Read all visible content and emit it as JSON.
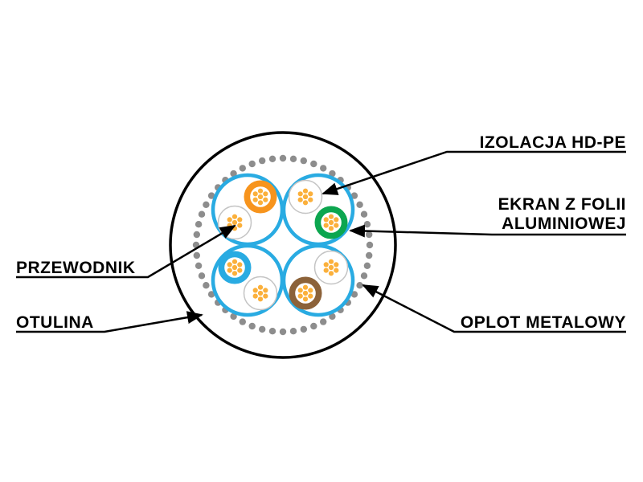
{
  "diagram": {
    "type": "cable-cross-section",
    "labels": {
      "izolacja": "IZOLACJA HD-PE",
      "ekran_line1": "EKRAN Z FOLII",
      "ekran_line2": "ALUMINIOWEJ",
      "oplot": "OPLOT METALOWY",
      "przewodnik": "PRZEWODNIK",
      "otulina": "OTULINA"
    },
    "colors": {
      "pair_screen_blue": "#29abe2",
      "wire_orange": "#f7941d",
      "wire_green": "#0ca64f",
      "wire_blue": "#29abe2",
      "wire_brown": "#8c6239",
      "wire_white": "#ffffff",
      "wire_white_outline": "#c4c4c4",
      "conductor_dots": "#fbb03b",
      "braid_dots": "#8d8d8d",
      "line_black": "#000000"
    }
  }
}
